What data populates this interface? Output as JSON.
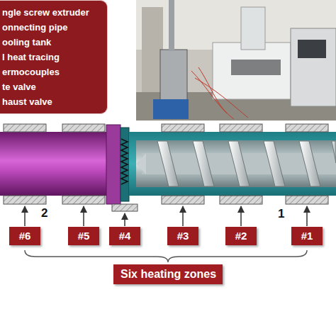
{
  "diagram": {
    "nodes": [
      {
        "text": [
          "ngle screw extruder",
          "onnecting pipe",
          "ooling tank",
          "l heat tracing",
          "ermocouples",
          "te valve",
          "haust valve"
        ]
      },
      {
        "text": [
          "#6"
        ]
      },
      {
        "text": [
          "#5"
        ]
      },
      {
        "text": [
          "#4"
        ]
      },
      {
        "text": [
          "#3"
        ]
      },
      {
        "text": [
          "#2"
        ]
      },
      {
        "text": [
          "#1"
        ]
      },
      {
        "text": [
          "Six heating zones"
        ]
      }
    ],
    "edges": [],
    "labels": [
      "2",
      "1"
    ]
  }
}
